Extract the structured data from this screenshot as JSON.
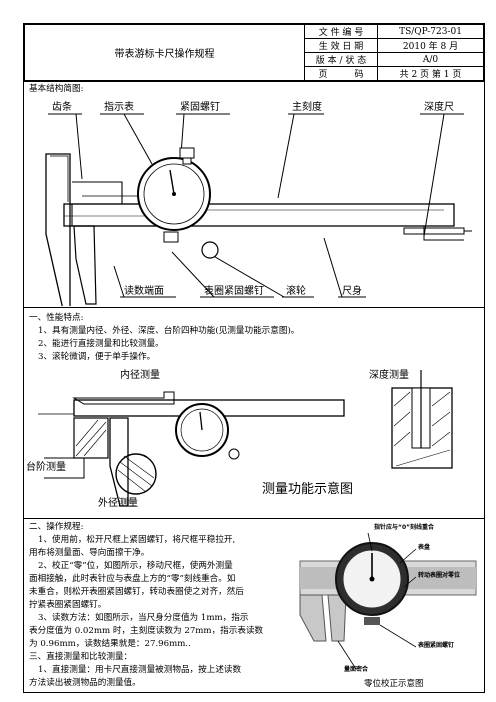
{
  "header": {
    "title": "带表游标卡尺操作规程",
    "rows": [
      {
        "label": "文 件 编 号",
        "value": "TS/QP-723-01"
      },
      {
        "label": "生 效 日 期",
        "value": "2010 年 8 月"
      },
      {
        "label": "版 本 / 状 态",
        "value": "A/0"
      },
      {
        "label": "页　　　码",
        "value": "共 2 页 第 1 页"
      }
    ]
  },
  "structure": {
    "heading": "基本结构简图:",
    "labels": {
      "tooth": "齿条",
      "dial": "指示表",
      "lock_screw": "紧固螺钉",
      "main_scale": "主刻度",
      "depth_rod": "深度尺",
      "reading_face": "读数端面",
      "dial_lock_screw": "表圈紧固螺钉",
      "roller": "滚轮",
      "body": "尺身"
    }
  },
  "features": {
    "heading": "一、性能特点:",
    "items": [
      "1、具有测量内径、外径、深度、台阶四种功能(见测量功能示意图)。",
      "2、能进行直接测量和比较测量。",
      "3、滚轮微调，便于单手操作。"
    ],
    "diagram": {
      "inner": "内径测量",
      "depth": "深度测量",
      "step": "台阶测量",
      "outer": "外径测量",
      "caption": "测量功能示意图"
    }
  },
  "operation": {
    "heading": "二、操作规程:",
    "lines": [
      "1、使用前，松开尺框上紧固螺钉，将尺框平稳拉开,",
      "用布将测量面、导向面擦干净。",
      "2、校正“零”位，如图所示，移动尺框，使两外测量",
      "面相接触，此时表针应与表盘上方的“零”刻线重合。如",
      "未重合，则松开表圈紧固螺钉，转动表圈使之对齐，然后",
      "拧紧表圈紧固螺钉。",
      "3、读数方法：如图所示，当尺身分度值为 1mm，指示",
      "表分度值为 0.02mm 时，主刻度读数为 27mm，指示表读数",
      "为 0.96mm，读数结果就是：27.96mm..",
      "三、直接测量和比较测量：",
      "1、直接测量：用卡尺直接测量被测物品，按上述读数",
      "方法读出被测物品的测量值。"
    ],
    "photo": {
      "needle_zero": "指针应与“0”刻线重合",
      "dial_face": "表盘",
      "rotate_bezel": "转动表圈对零位",
      "bezel_screw": "表圈紧固螺钉",
      "jaw_close": "量面密合",
      "caption": "零位校正示意图"
    }
  }
}
